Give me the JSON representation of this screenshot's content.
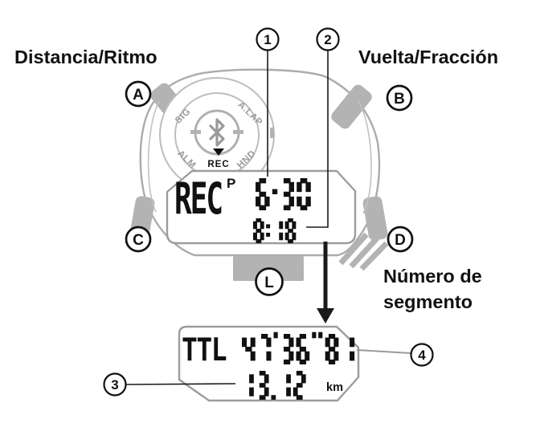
{
  "figure": {
    "type": "watch-manual-diagram",
    "language": "es"
  },
  "annotations": {
    "top_left_label": "Distancia/Ritmo",
    "top_right_label": "Vuelta/Fracción",
    "segment_label_line1": "Número de",
    "segment_label_line2": "segmento"
  },
  "button_callouts": {
    "a": "A",
    "b": "B",
    "c": "C",
    "d": "D",
    "l": "L"
  },
  "number_callouts": {
    "n1": "1",
    "n2": "2",
    "n3": "3",
    "n4": "4"
  },
  "bezel": {
    "label_nw": "SIG",
    "label_ne": "A.LAP",
    "label_sw": "ALM",
    "label_se": "HND",
    "indicator": "REC"
  },
  "watch_display": {
    "mode": "REC",
    "mode_superscript": "P",
    "line1": "6·30",
    "line2": "8:18"
  },
  "segment_display": {
    "prefix": "TTL",
    "line1": "47'36\"81",
    "line2": "13.12",
    "unit": "km"
  },
  "colors": {
    "case_gray": "#b3b3b3",
    "outline_gray": "#ababab",
    "lcd_black": "#111111"
  }
}
